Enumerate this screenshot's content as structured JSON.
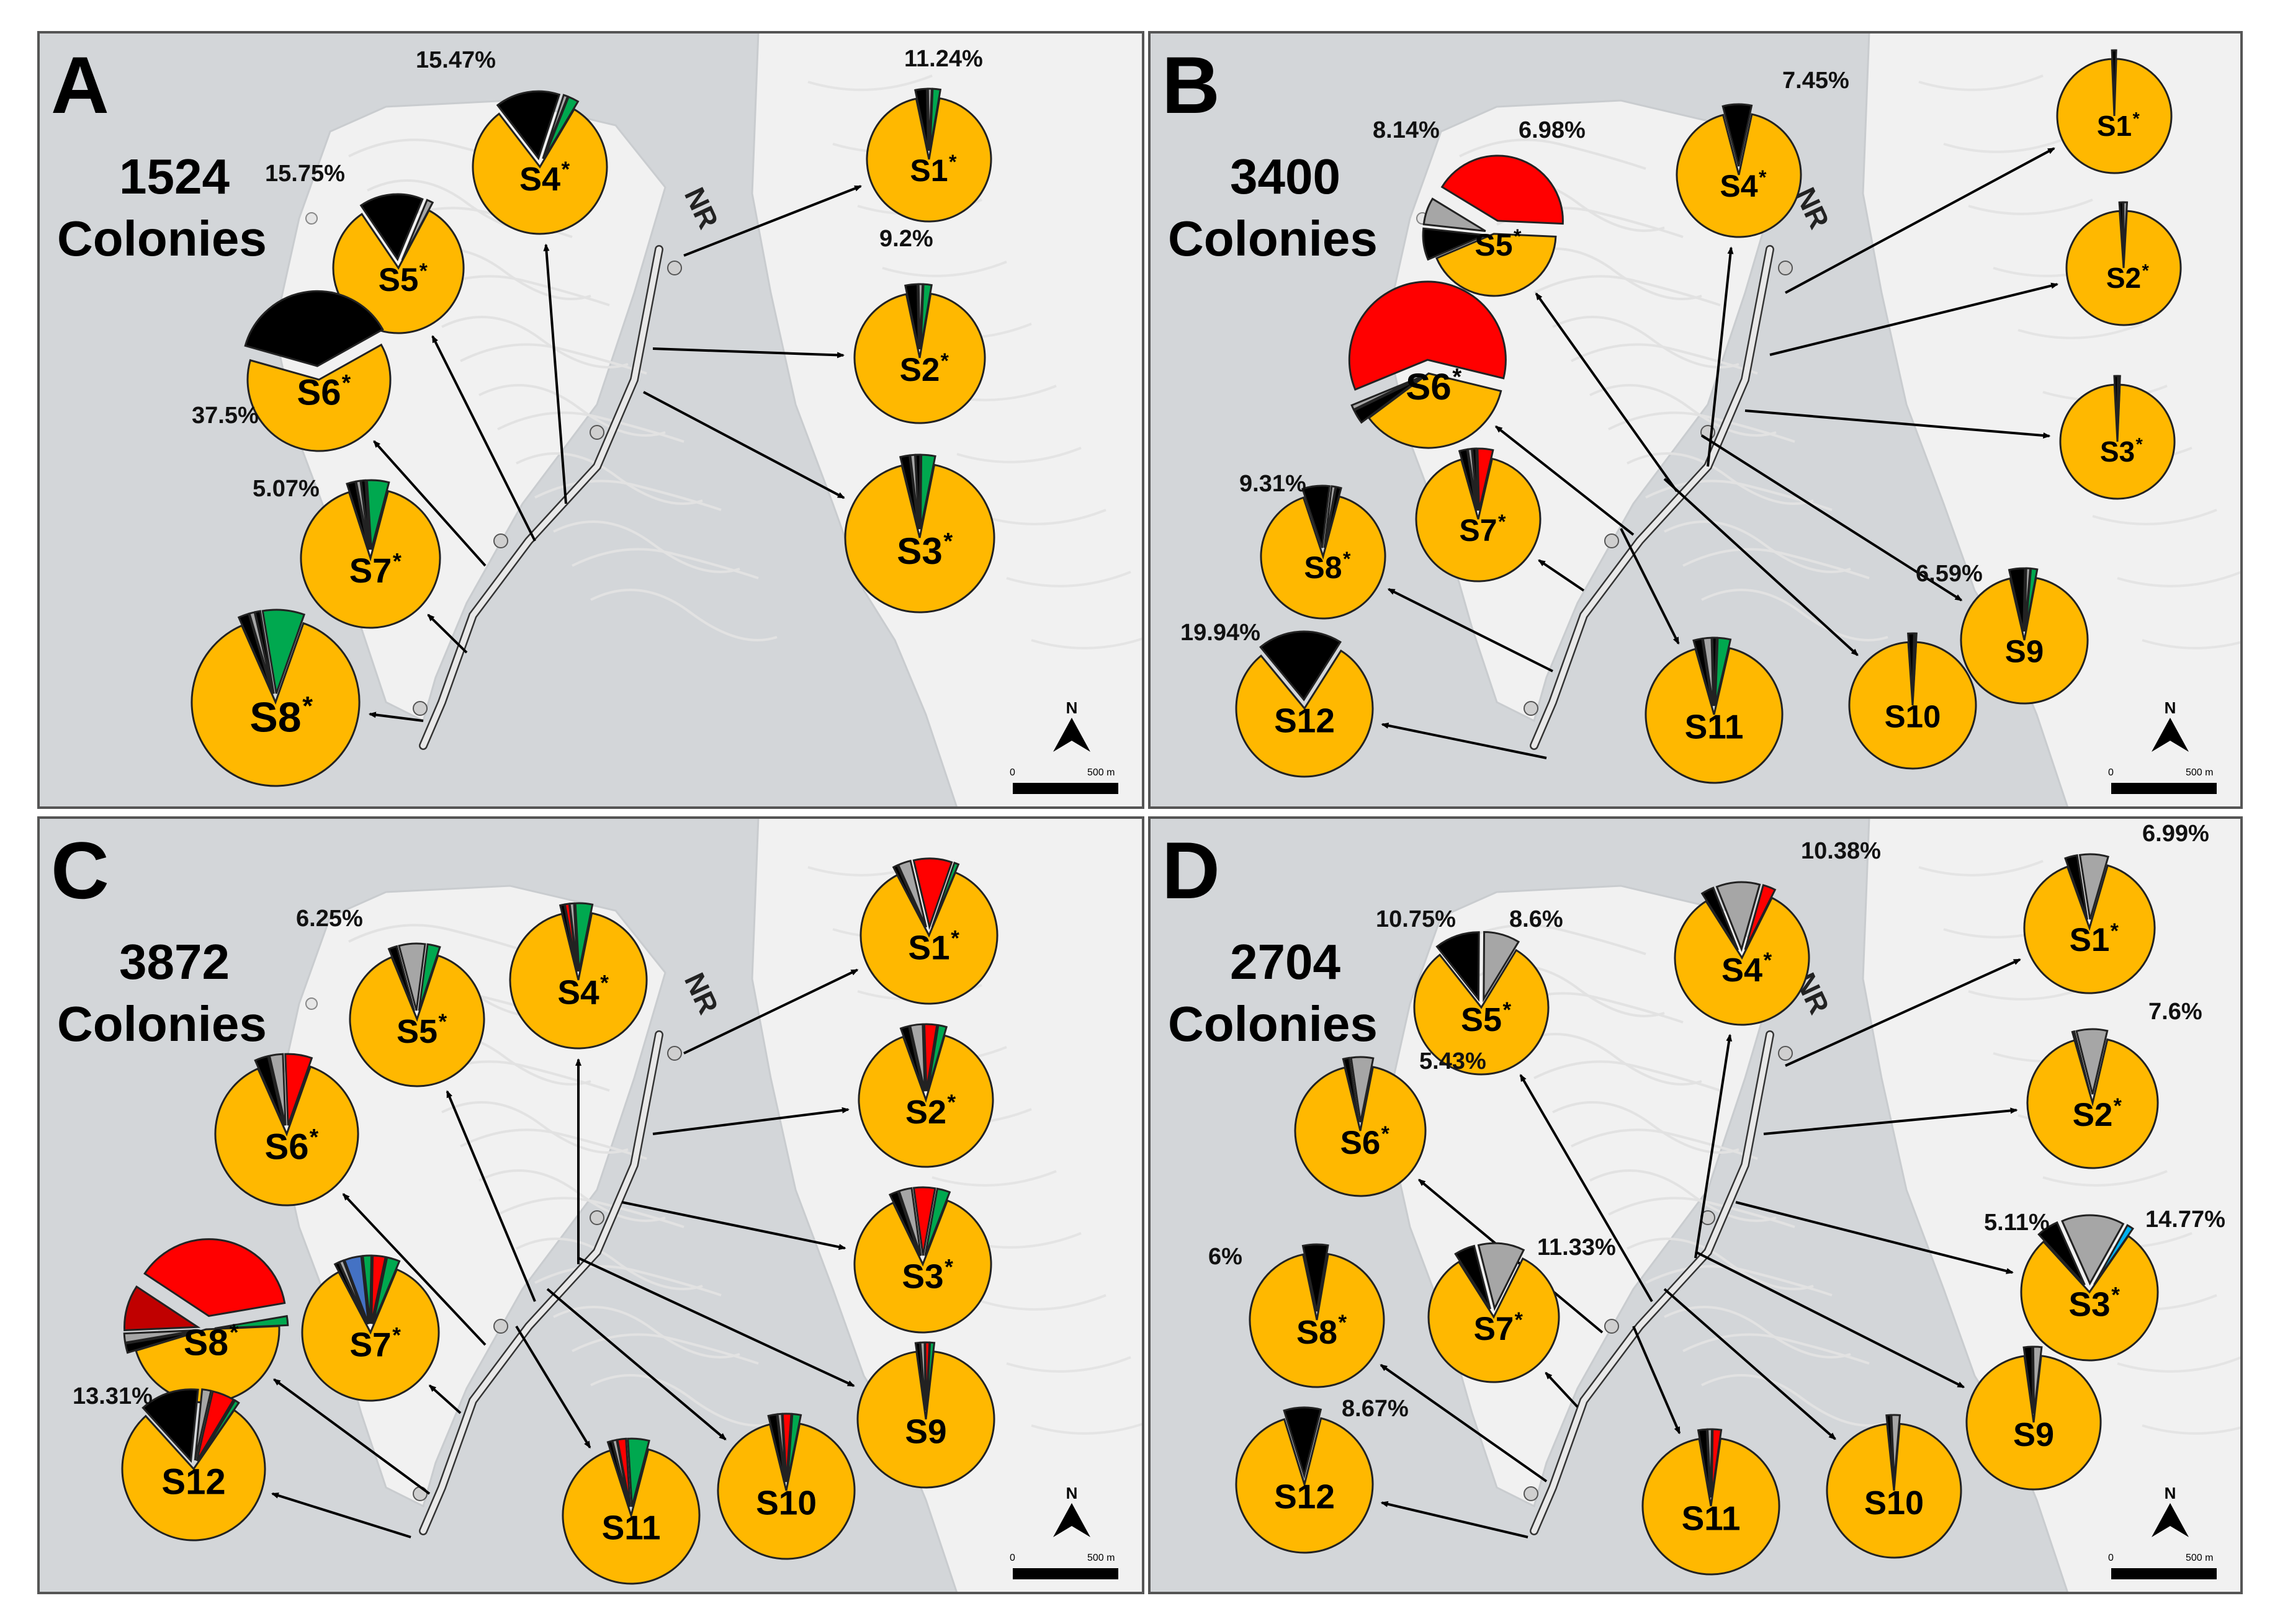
{
  "figure": {
    "panels": [
      {
        "id": "A",
        "letter": "A",
        "count": "1524",
        "count_label": "Colonies",
        "direction_label": "NR",
        "scale": {
          "zero": "0",
          "distance": "500 m",
          "north": "N"
        },
        "sites": [
          {
            "label": "S1",
            "star": true,
            "percent": "11.24%",
            "slices": [
              {
                "c": "black",
                "v": 3
              },
              {
                "c": "gray",
                "v": 1
              },
              {
                "c": "green",
                "v": 2
              }
            ]
          },
          {
            "label": "S2",
            "star": true,
            "percent": "9.2%",
            "slices": [
              {
                "c": "black",
                "v": 3
              },
              {
                "c": "gray",
                "v": 1
              },
              {
                "c": "green",
                "v": 2
              }
            ]
          },
          {
            "label": "S3",
            "star": true,
            "percent": "",
            "slices": [
              {
                "c": "black",
                "v": 2
              },
              {
                "c": "gray",
                "v": 1
              },
              {
                "c": "black",
                "v": 1
              },
              {
                "c": "green",
                "v": 3
              }
            ]
          },
          {
            "label": "S4",
            "star": true,
            "percent": "15.47%",
            "slices": [
              {
                "c": "black",
                "v": 15.47
              },
              {
                "c": "gray",
                "v": 1
              },
              {
                "c": "green",
                "v": 2.5
              }
            ]
          },
          {
            "label": "S5",
            "star": true,
            "percent": "15.75%",
            "slices": [
              {
                "c": "black",
                "v": 15.75
              },
              {
                "c": "gray",
                "v": 1.5
              }
            ]
          },
          {
            "label": "S6",
            "star": true,
            "percent": "37.5%",
            "slices": [
              {
                "c": "black",
                "v": 37.5
              }
            ]
          },
          {
            "label": "S7",
            "star": true,
            "percent": "5.07%",
            "slices": [
              {
                "c": "black",
                "v": 2
              },
              {
                "c": "gray",
                "v": 1
              },
              {
                "c": "black",
                "v": 1
              },
              {
                "c": "green",
                "v": 5.07
              }
            ]
          },
          {
            "label": "S8",
            "star": true,
            "percent": "",
            "slices": [
              {
                "c": "black",
                "v": 2
              },
              {
                "c": "gray",
                "v": 1
              },
              {
                "c": "black",
                "v": 1
              },
              {
                "c": "green",
                "v": 8
              }
            ]
          }
        ]
      },
      {
        "id": "B",
        "letter": "B",
        "count": "3400",
        "count_label": "Colonies",
        "direction_label": "NR",
        "scale": {
          "zero": "0",
          "distance": "500 m",
          "north": "N"
        },
        "sites": [
          {
            "label": "S1",
            "star": true,
            "percent": "",
            "slices": [
              {
                "c": "black",
                "v": 1.2
              }
            ]
          },
          {
            "label": "S2",
            "star": true,
            "percent": "",
            "slices": [
              {
                "c": "black",
                "v": 1
              },
              {
                "c": "gray",
                "v": 1
              }
            ]
          },
          {
            "label": "S3",
            "star": true,
            "percent": "",
            "slices": [
              {
                "c": "black",
                "v": 1
              },
              {
                "c": "gray",
                "v": 0.5
              }
            ]
          },
          {
            "label": "S4",
            "star": true,
            "percent": "7.45%",
            "slices": [
              {
                "c": "black",
                "v": 7.45
              }
            ]
          },
          {
            "label": "S5",
            "star": true,
            "percent": "8.14%",
            "percent2": "6.98%",
            "slices": [
              {
                "c": "black",
                "v": 8.14
              },
              {
                "c": "gray",
                "v": 6.98
              },
              {
                "c": "red",
                "v": 42
              }
            ]
          },
          {
            "label": "S6",
            "star": true,
            "percent": "",
            "slices": [
              {
                "c": "black",
                "v": 3
              },
              {
                "c": "gray",
                "v": 1
              },
              {
                "c": "red",
                "v": 60
              }
            ]
          },
          {
            "label": "S7",
            "star": true,
            "percent": "",
            "slices": [
              {
                "c": "black",
                "v": 2
              },
              {
                "c": "gray",
                "v": 1
              },
              {
                "c": "black",
                "v": 1
              },
              {
                "c": "red",
                "v": 4
              }
            ]
          },
          {
            "label": "S8",
            "star": true,
            "percent": "9.31%",
            "slices": [
              {
                "c": "black",
                "v": 7
              },
              {
                "c": "gray",
                "v": 1
              },
              {
                "c": "black",
                "v": 1.31
              }
            ]
          },
          {
            "label": "S9",
            "star": false,
            "percent": "6.59%",
            "slices": [
              {
                "c": "black",
                "v": 4
              },
              {
                "c": "gray",
                "v": 1
              },
              {
                "c": "green",
                "v": 1.59
              }
            ]
          },
          {
            "label": "S10",
            "star": false,
            "percent": "",
            "slices": [
              {
                "c": "black",
                "v": 1.5
              },
              {
                "c": "green",
                "v": 0.5
              }
            ]
          },
          {
            "label": "S11",
            "star": false,
            "percent": "",
            "slices": [
              {
                "c": "black",
                "v": 2
              },
              {
                "c": "gray",
                "v": 2
              },
              {
                "c": "black",
                "v": 1
              },
              {
                "c": "green",
                "v": 3
              }
            ]
          },
          {
            "label": "S12",
            "star": false,
            "percent": "19.94%",
            "slices": [
              {
                "c": "black",
                "v": 19.94
              }
            ]
          }
        ]
      },
      {
        "id": "C",
        "letter": "C",
        "count": "3872",
        "count_label": "Colonies",
        "direction_label": "NR",
        "scale": {
          "zero": "0",
          "distance": "500 m",
          "north": "N"
        },
        "sites": [
          {
            "label": "S1",
            "star": true,
            "percent": "",
            "slices": [
              {
                "c": "black",
                "v": 1
              },
              {
                "c": "gray",
                "v": 3
              },
              {
                "c": "red",
                "v": 9
              },
              {
                "c": "green",
                "v": 1
              }
            ]
          },
          {
            "label": "S2",
            "star": true,
            "percent": "",
            "slices": [
              {
                "c": "black",
                "v": 2
              },
              {
                "c": "gray",
                "v": 3
              },
              {
                "c": "red",
                "v": 3
              },
              {
                "c": "green",
                "v": 2
              }
            ]
          },
          {
            "label": "S3",
            "star": true,
            "percent": "",
            "slices": [
              {
                "c": "black",
                "v": 2
              },
              {
                "c": "gray",
                "v": 3
              },
              {
                "c": "red",
                "v": 5
              },
              {
                "c": "green",
                "v": 3
              }
            ]
          },
          {
            "label": "S4",
            "star": true,
            "percent": "",
            "slices": [
              {
                "c": "black",
                "v": 1
              },
              {
                "c": "red",
                "v": 1
              },
              {
                "c": "gray",
                "v": 1
              },
              {
                "c": "green",
                "v": 4
              }
            ]
          },
          {
            "label": "S5",
            "star": true,
            "percent": "6.25%",
            "slices": [
              {
                "c": "black",
                "v": 2
              },
              {
                "c": "gray",
                "v": 6.25
              },
              {
                "c": "green",
                "v": 3
              }
            ]
          },
          {
            "label": "S6",
            "star": true,
            "percent": "",
            "slices": [
              {
                "c": "black",
                "v": 3
              },
              {
                "c": "gray",
                "v": 3
              },
              {
                "c": "red",
                "v": 6
              }
            ]
          },
          {
            "label": "S7",
            "star": true,
            "percent": "",
            "slices": [
              {
                "c": "black",
                "v": 1
              },
              {
                "c": "gray",
                "v": 1
              },
              {
                "c": "blue",
                "v": 4
              },
              {
                "c": "green",
                "v": 2
              },
              {
                "c": "red",
                "v": 3
              },
              {
                "c": "green",
                "v": 3
              }
            ]
          },
          {
            "label": "S8",
            "star": true,
            "percent": "",
            "slices": [
              {
                "c": "black",
                "v": 2
              },
              {
                "c": "gray",
                "v": 2
              },
              {
                "c": "darkred",
                "v": 10
              },
              {
                "c": "red",
                "v": 38
              },
              {
                "c": "green",
                "v": 2
              }
            ]
          },
          {
            "label": "S9",
            "star": false,
            "percent": "",
            "slices": [
              {
                "c": "black",
                "v": 1
              },
              {
                "c": "gray",
                "v": 1
              },
              {
                "c": "red",
                "v": 1
              },
              {
                "c": "green",
                "v": 1
              }
            ]
          },
          {
            "label": "S10",
            "star": false,
            "percent": "",
            "slices": [
              {
                "c": "black",
                "v": 2
              },
              {
                "c": "gray",
                "v": 1
              },
              {
                "c": "red",
                "v": 2
              },
              {
                "c": "green",
                "v": 2
              }
            ]
          },
          {
            "label": "S11",
            "star": false,
            "percent": "",
            "slices": [
              {
                "c": "black",
                "v": 1
              },
              {
                "c": "gray",
                "v": 1
              },
              {
                "c": "red",
                "v": 2
              },
              {
                "c": "green",
                "v": 5
              }
            ]
          },
          {
            "label": "S12",
            "star": false,
            "percent": "13.31%",
            "slices": [
              {
                "c": "black",
                "v": 13.31
              },
              {
                "c": "gray",
                "v": 2
              },
              {
                "c": "red",
                "v": 5
              },
              {
                "c": "green",
                "v": 1
              }
            ]
          }
        ]
      },
      {
        "id": "D",
        "letter": "D",
        "count": "2704",
        "count_label": "Colonies",
        "direction_label": "NR",
        "scale": {
          "zero": "0",
          "distance": "500 m",
          "north": "N"
        },
        "sites": [
          {
            "label": "S1",
            "star": true,
            "percent": "6.99%",
            "slices": [
              {
                "c": "black",
                "v": 3
              },
              {
                "c": "gray",
                "v": 6.99
              }
            ]
          },
          {
            "label": "S2",
            "star": true,
            "percent": "7.6%",
            "slices": [
              {
                "c": "black",
                "v": 0.5
              },
              {
                "c": "gray",
                "v": 7.6
              }
            ]
          },
          {
            "label": "S3",
            "star": true,
            "percent": "5.11%",
            "percent2": "14.77%",
            "slices": [
              {
                "c": "black",
                "v": 5.11
              },
              {
                "c": "gray",
                "v": 14.77
              },
              {
                "c": "teal",
                "v": 1.5
              }
            ]
          },
          {
            "label": "S4",
            "star": true,
            "percent": "10.38%",
            "slices": [
              {
                "c": "black",
                "v": 3
              },
              {
                "c": "gray",
                "v": 10.38
              },
              {
                "c": "red",
                "v": 3
              }
            ]
          },
          {
            "label": "S5",
            "star": true,
            "percent": "10.75%",
            "percent2": "8.6%",
            "slices": [
              {
                "c": "black",
                "v": 10.75
              },
              {
                "c": "gray",
                "v": 8.6
              }
            ]
          },
          {
            "label": "S6",
            "star": true,
            "percent": "5.43%",
            "slices": [
              {
                "c": "black",
                "v": 1.5
              },
              {
                "c": "gray",
                "v": 5.43
              }
            ]
          },
          {
            "label": "S7",
            "star": true,
            "percent": "11.33%",
            "slices": [
              {
                "c": "black",
                "v": 5
              },
              {
                "c": "gray",
                "v": 11.33
              }
            ]
          },
          {
            "label": "S8",
            "star": true,
            "percent": "6%",
            "slices": [
              {
                "c": "black",
                "v": 6
              }
            ]
          },
          {
            "label": "S9",
            "star": false,
            "percent": "",
            "slices": [
              {
                "c": "black",
                "v": 2
              },
              {
                "c": "gray",
                "v": 2
              }
            ]
          },
          {
            "label": "S10",
            "star": false,
            "percent": "",
            "slices": [
              {
                "c": "black",
                "v": 1
              },
              {
                "c": "gray",
                "v": 2
              }
            ]
          },
          {
            "label": "S11",
            "star": false,
            "percent": "",
            "slices": [
              {
                "c": "black",
                "v": 2
              },
              {
                "c": "gray",
                "v": 1
              },
              {
                "c": "red",
                "v": 2
              }
            ]
          },
          {
            "label": "S12",
            "star": false,
            "percent": "8.67%",
            "slices": [
              {
                "c": "black",
                "v": 8.67
              }
            ]
          }
        ]
      }
    ],
    "colors": {
      "base_slice": "#FFB800",
      "black": "#000000",
      "gray": "#A6A6A6",
      "green": "#00A84F",
      "red": "#FF0000",
      "darkred": "#C00000",
      "blue": "#4472C4",
      "teal": "#00B0F0",
      "map_water": "#d3d6d9",
      "map_land": "#f1f1f1",
      "panel_border": "#555555"
    }
  }
}
